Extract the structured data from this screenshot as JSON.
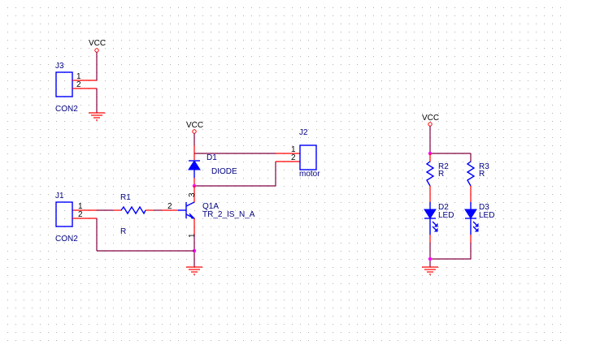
{
  "colors": {
    "wire": "#800040",
    "pin": "#ff0000",
    "part_body": "#0000ff",
    "junction": "#ff00ff",
    "label": "#000080",
    "power_label": "#000000",
    "grid_dot": "#b0b0b0"
  },
  "power": {
    "vcc1": "VCC",
    "vcc2": "VCC",
    "vcc3": "VCC"
  },
  "parts": {
    "j3": {
      "ref": "J3",
      "value": "CON2",
      "pin1": "1",
      "pin2": "2"
    },
    "j1": {
      "ref": "J1",
      "value": "CON2",
      "pin1": "1",
      "pin2": "2"
    },
    "j2": {
      "ref": "J2",
      "value": "motor",
      "pin1": "1",
      "pin2": "2"
    },
    "d1": {
      "ref": "D1",
      "value": "DIODE"
    },
    "r1": {
      "ref": "R1",
      "value": "R",
      "pin2": "2"
    },
    "q1": {
      "ref": "Q1A",
      "value": "TR_2_IS_N_A",
      "pin_b": "2",
      "pin_c": "3",
      "pin_e": "1"
    },
    "r2": {
      "ref": "R2",
      "value": "R"
    },
    "r3": {
      "ref": "R3",
      "value": "R"
    },
    "d2": {
      "ref": "D2",
      "value": "LED"
    },
    "d3": {
      "ref": "D3",
      "value": "LED"
    }
  }
}
